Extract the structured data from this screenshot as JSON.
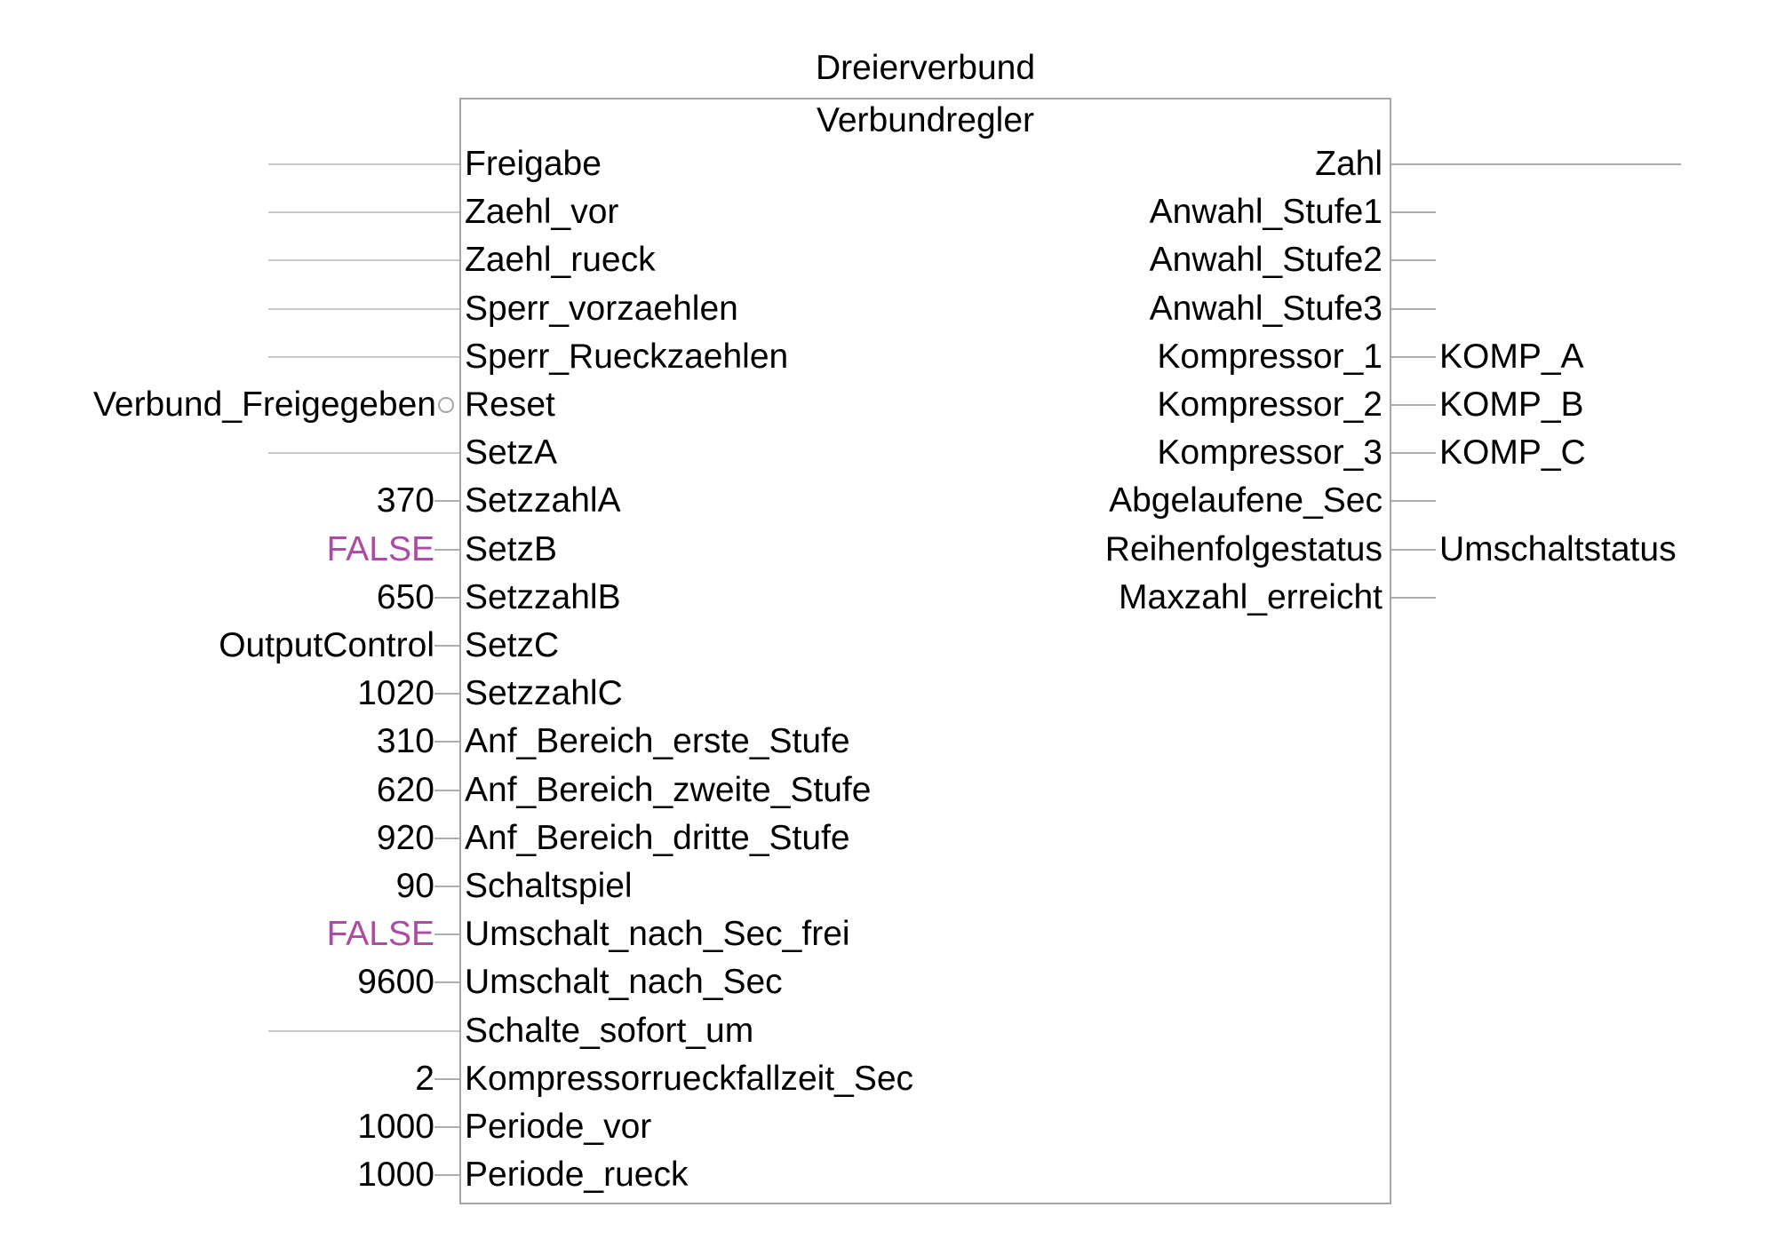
{
  "diagram": {
    "instance_name": "Dreierverbund",
    "type_name": "Verbundregler",
    "colors": {
      "text": "#000000",
      "bool_literal": "#ad4ba3",
      "box_border": "#a6a6a6",
      "wire": "#adadad",
      "wire_light": "#c9c9c9"
    },
    "inputs": [
      {
        "name": "Freigabe",
        "connection": "wire"
      },
      {
        "name": "Zaehl_vor",
        "connection": "wire"
      },
      {
        "name": "Zaehl_rueck",
        "connection": "wire"
      },
      {
        "name": "Sperr_vorzaehlen",
        "connection": "wire"
      },
      {
        "name": "Sperr_Rueckzaehlen",
        "connection": "wire"
      },
      {
        "name": "Reset",
        "connection": "variable",
        "value": "Verbund_Freigegeben",
        "negated": true
      },
      {
        "name": "SetzA",
        "connection": "wire"
      },
      {
        "name": "SetzzahlA",
        "connection": "literal",
        "value": "370"
      },
      {
        "name": "SetzB",
        "connection": "bool",
        "value": "FALSE"
      },
      {
        "name": "SetzzahlB",
        "connection": "literal",
        "value": "650"
      },
      {
        "name": "SetzC",
        "connection": "variable",
        "value": "OutputControl"
      },
      {
        "name": "SetzzahlC",
        "connection": "literal",
        "value": "1020"
      },
      {
        "name": "Anf_Bereich_erste_Stufe",
        "connection": "literal",
        "value": "310"
      },
      {
        "name": "Anf_Bereich_zweite_Stufe",
        "connection": "literal",
        "value": "620"
      },
      {
        "name": "Anf_Bereich_dritte_Stufe",
        "connection": "literal",
        "value": "920"
      },
      {
        "name": "Schaltspiel",
        "connection": "literal",
        "value": "90"
      },
      {
        "name": "Umschalt_nach_Sec_frei",
        "connection": "bool",
        "value": "FALSE"
      },
      {
        "name": "Umschalt_nach_Sec",
        "connection": "literal",
        "value": "9600"
      },
      {
        "name": "Schalte_sofort_um",
        "connection": "wire"
      },
      {
        "name": "Kompressorrueckfallzeit_Sec",
        "connection": "literal",
        "value": "2"
      },
      {
        "name": "Periode_vor",
        "connection": "literal",
        "value": "1000"
      },
      {
        "name": "Periode_rueck",
        "connection": "literal",
        "value": "1000"
      }
    ],
    "outputs": [
      {
        "name": "Zahl",
        "connection": "long-wire"
      },
      {
        "name": "Anwahl_Stufe1",
        "connection": "stub"
      },
      {
        "name": "Anwahl_Stufe2",
        "connection": "stub"
      },
      {
        "name": "Anwahl_Stufe3",
        "connection": "stub"
      },
      {
        "name": "Kompressor_1",
        "connection": "variable",
        "value": "KOMP_A"
      },
      {
        "name": "Kompressor_2",
        "connection": "variable",
        "value": "KOMP_B"
      },
      {
        "name": "Kompressor_3",
        "connection": "variable",
        "value": "KOMP_C"
      },
      {
        "name": "Abgelaufene_Sec",
        "connection": "stub"
      },
      {
        "name": "Reihenfolgestatus",
        "connection": "variable",
        "value": "Umschaltstatus"
      },
      {
        "name": "Maxzahl_erreicht",
        "connection": "stub"
      }
    ]
  }
}
